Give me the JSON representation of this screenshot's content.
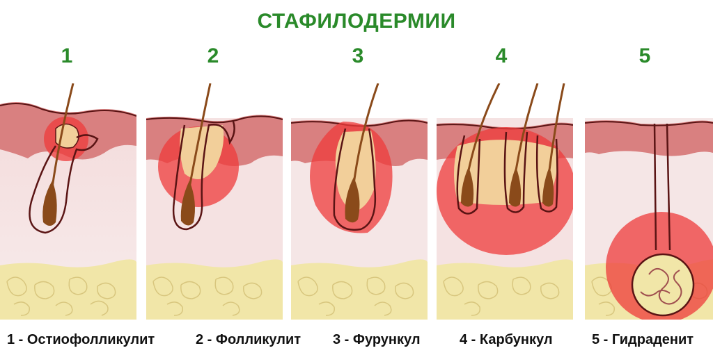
{
  "title": "СТАФИЛОДЕРМИИ",
  "stages": [
    {
      "number": "1",
      "caption": "1 - Остиофолликулит"
    },
    {
      "number": "2",
      "caption": "2 - Фолликулит"
    },
    {
      "number": "3",
      "caption": "3 - Фурункул"
    },
    {
      "number": "4",
      "caption": "4 - Карбункул"
    },
    {
      "number": "5",
      "caption": "5 - Гидраденит"
    }
  ],
  "colors": {
    "title_green": "#2a8a2a",
    "epidermis": "#d98080",
    "dermis": "#f3d7d7",
    "fat": "#f1e6a8",
    "inflammation": "#ee3b3b",
    "outline": "#5a1414",
    "hair": "#8a4a1a",
    "follicle_fill": "#f2cf9a"
  }
}
